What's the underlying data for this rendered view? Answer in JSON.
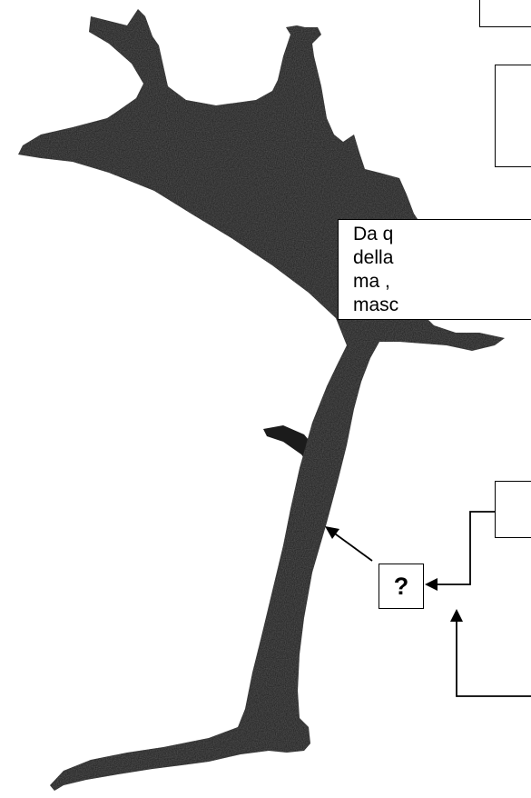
{
  "note_lines": [
    "Da q",
    "della",
    "ma ,",
    "masc"
  ],
  "question_mark": "?",
  "colors": {
    "antler": "#1b1b1b",
    "line": "#000000",
    "background": "#ffffff"
  }
}
